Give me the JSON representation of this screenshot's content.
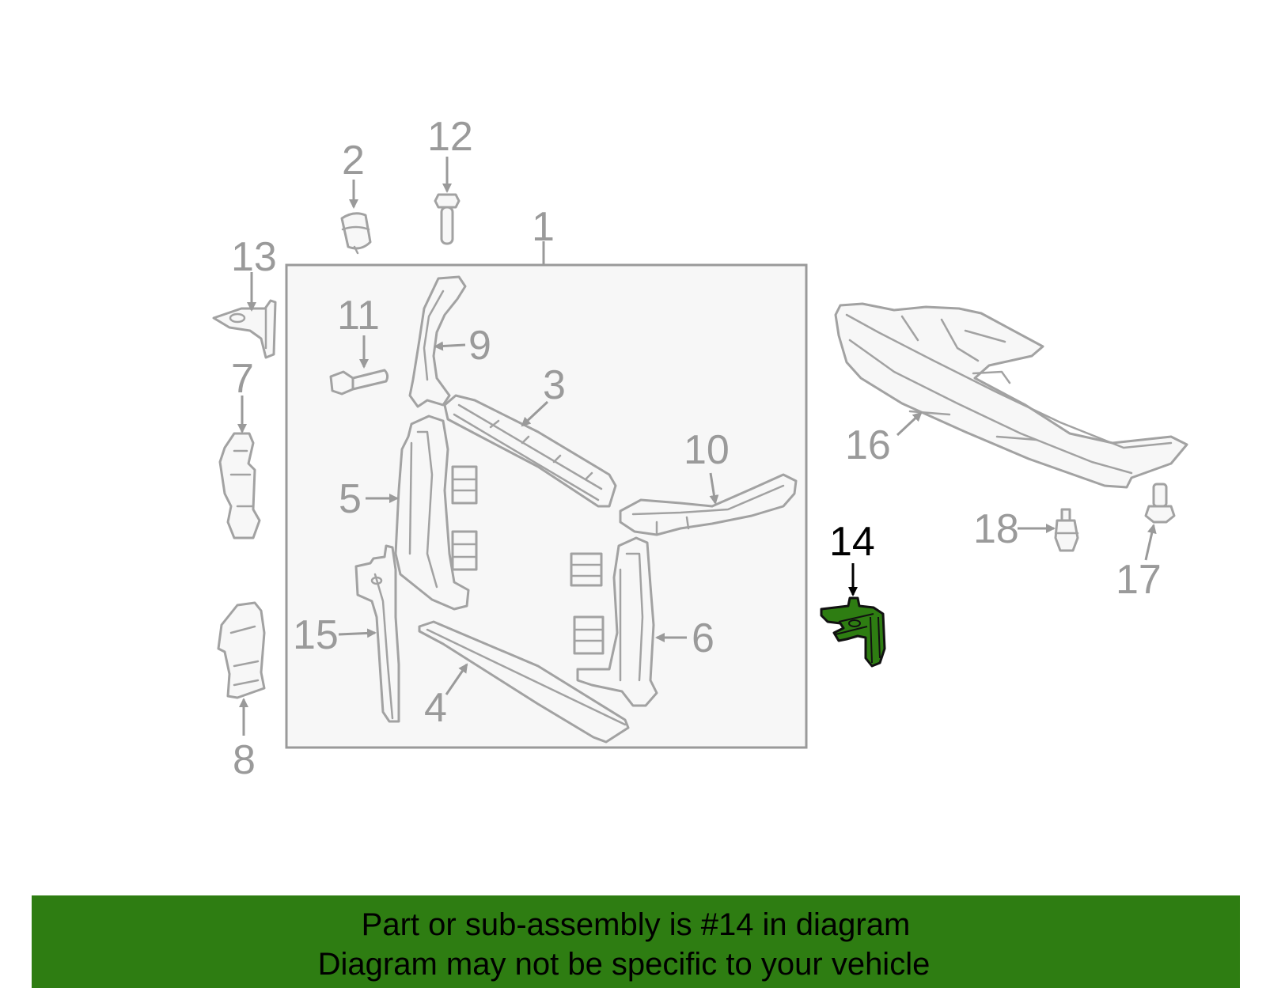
{
  "callouts": {
    "c1": "1",
    "c2": "2",
    "c3": "3",
    "c4": "4",
    "c5": "5",
    "c6": "6",
    "c7": "7",
    "c8": "8",
    "c9": "9",
    "c10": "10",
    "c11": "11",
    "c12": "12",
    "c13": "13",
    "c14": "14",
    "c15": "15",
    "c16": "16",
    "c17": "17",
    "c18": "18"
  },
  "highlighted_part": "14",
  "colors": {
    "highlight": "#2e7d12",
    "outline": "#a2a2a2",
    "callout_text": "#9a9a9a",
    "assembly_box_fill": "#f7f7f7"
  },
  "banner": {
    "line1": "Part or sub-assembly is #14 in diagram",
    "line2": "Diagram may not be specific to your vehicle"
  }
}
